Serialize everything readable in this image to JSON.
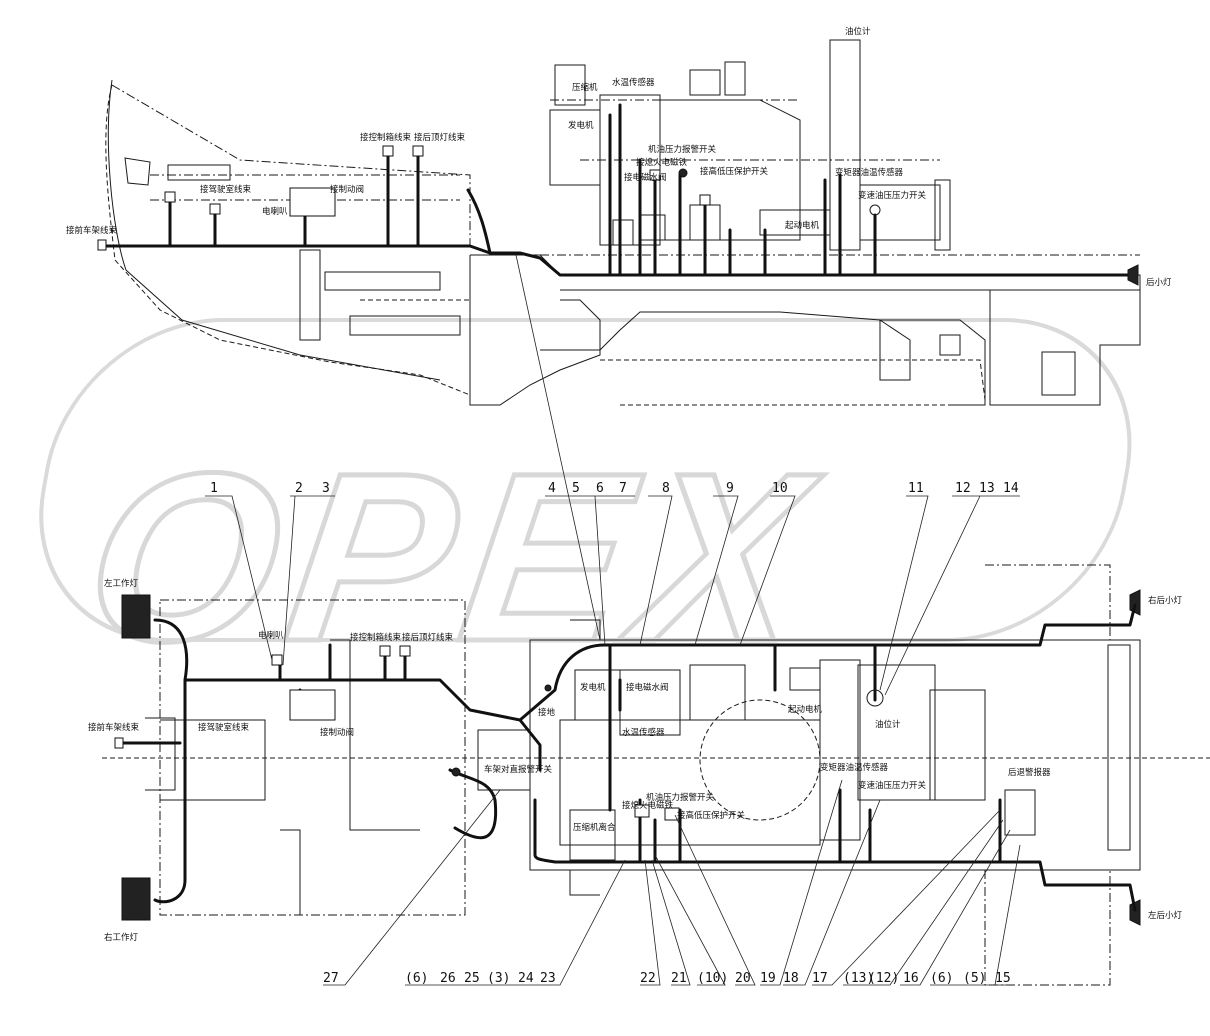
{
  "watermark": "OPEX",
  "top_view": {
    "labels": {
      "oil_gauge": "油位计",
      "water_temp_sensor": "水温传感器",
      "compressor": "压缩机",
      "generator": "发电机",
      "oil_pressure_alarm": "机油压力报警开关",
      "flameout_solenoid": "接熄火电磁铁",
      "electromagnetic_valve": "接电磁水阀",
      "hi_low_pressure_switch": "接高低压保护开关",
      "starter_motor": "起动电机",
      "torque_converter_oil_temp": "变矩器油温传感器",
      "trans_oil_pressure": "变速油压压力开关",
      "rear_lamp": "后小灯",
      "control_box_harness": "接控制箱线束",
      "roof_lamp_harness": "接后顶灯线束",
      "cab_harness": "接驾驶室线束",
      "horn": "电喇叭",
      "control_valve": "接制动阀",
      "front_frame_harness": "接前车架线束"
    }
  },
  "bottom_view": {
    "labels": {
      "left_work_lamp": "左工作灯",
      "right_work_lamp": "右工作灯",
      "horn": "电喇叭",
      "control_box_harness": "接控制箱线束",
      "roof_lamp_harness": "接后顶灯线束",
      "front_frame_harness": "接前车架线束",
      "cab_harness": "接驾驶室线束",
      "control_valve": "接制动阀",
      "ground": "接地",
      "generator": "发电机",
      "electromagnetic_valve": "接电磁水阀",
      "water_temp_sensor": "水温传感器",
      "starter_motor": "起动电机",
      "oil_gauge": "油位计",
      "frame_alarm_switch": "车架对直报警开关",
      "flameout_solenoid": "接熄火电磁铁",
      "oil_pressure_alarm": "机油压力报警开关",
      "compressor_clutch": "压缩机离合",
      "hi_low_pressure_switch": "接高低压保护开关",
      "torque_converter_oil_temp": "变矩器油温传感器",
      "trans_oil_pressure": "变速油压压力开关",
      "reverse_buzzer": "后退警报器",
      "right_rear_lamp": "右后小灯",
      "left_rear_lamp": "左后小灯"
    }
  },
  "callouts_top": [
    "1",
    "2",
    "3",
    "4",
    "5",
    "6",
    "7",
    "8",
    "9",
    "10",
    "11",
    "12",
    "13",
    "14"
  ],
  "callouts_bottom": [
    "27",
    "(6)",
    "26",
    "25",
    "(3)",
    "24",
    "23",
    "22",
    "21",
    "(10)",
    "20",
    "19",
    "18",
    "17",
    "(13)",
    "(12)",
    "16",
    "(6)",
    "(5)",
    "15"
  ]
}
